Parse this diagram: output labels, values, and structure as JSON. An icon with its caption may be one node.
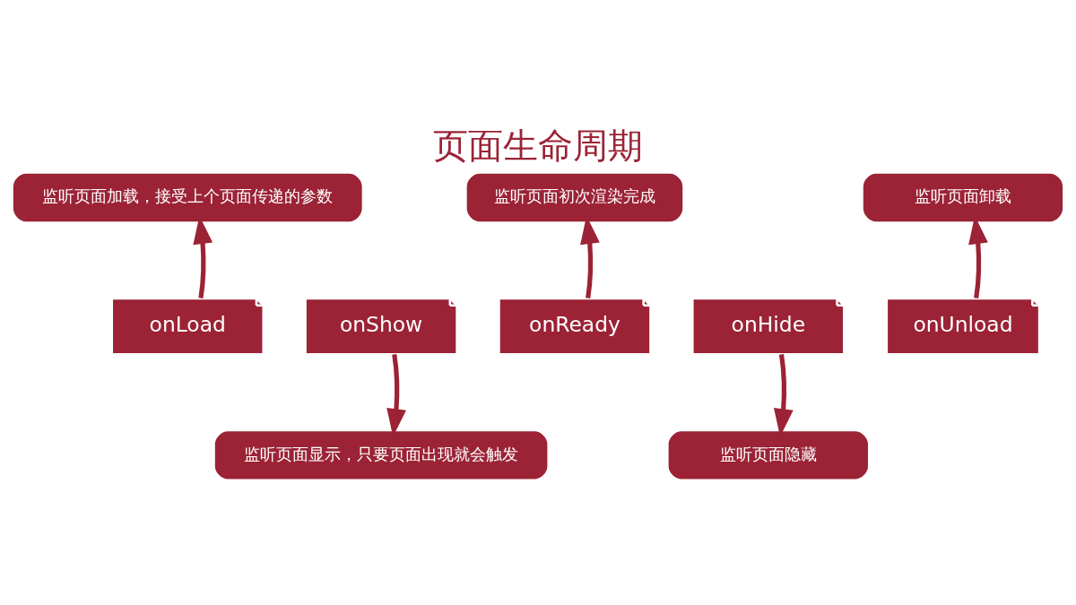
{
  "diagram": {
    "title": "页面生命周期",
    "nodes": [
      {
        "text": [
          "监听页面加载，接受上个页面传递的参数"
        ]
      },
      {
        "text": [
          "监听页面初次渲染完成"
        ]
      },
      {
        "text": [
          "监听页面卸载"
        ]
      },
      {
        "text": [
          "onLoad"
        ]
      },
      {
        "text": [
          "onShow"
        ]
      },
      {
        "text": [
          "onReady"
        ]
      },
      {
        "text": [
          "onHide"
        ]
      },
      {
        "text": [
          "onUnload"
        ]
      },
      {
        "text": [
          "监听页面显示，只要页面出现就会触发"
        ]
      },
      {
        "text": [
          "监听页面隐藏"
        ]
      }
    ],
    "edges": [
      {
        "from": 3,
        "to": 0,
        "arrow": "to"
      },
      {
        "from": 4,
        "to": 8,
        "arrow": "to"
      },
      {
        "from": 5,
        "to": 1,
        "arrow": "to"
      },
      {
        "from": 6,
        "to": 9,
        "arrow": "to"
      },
      {
        "from": 7,
        "to": 2,
        "arrow": "to"
      }
    ]
  }
}
